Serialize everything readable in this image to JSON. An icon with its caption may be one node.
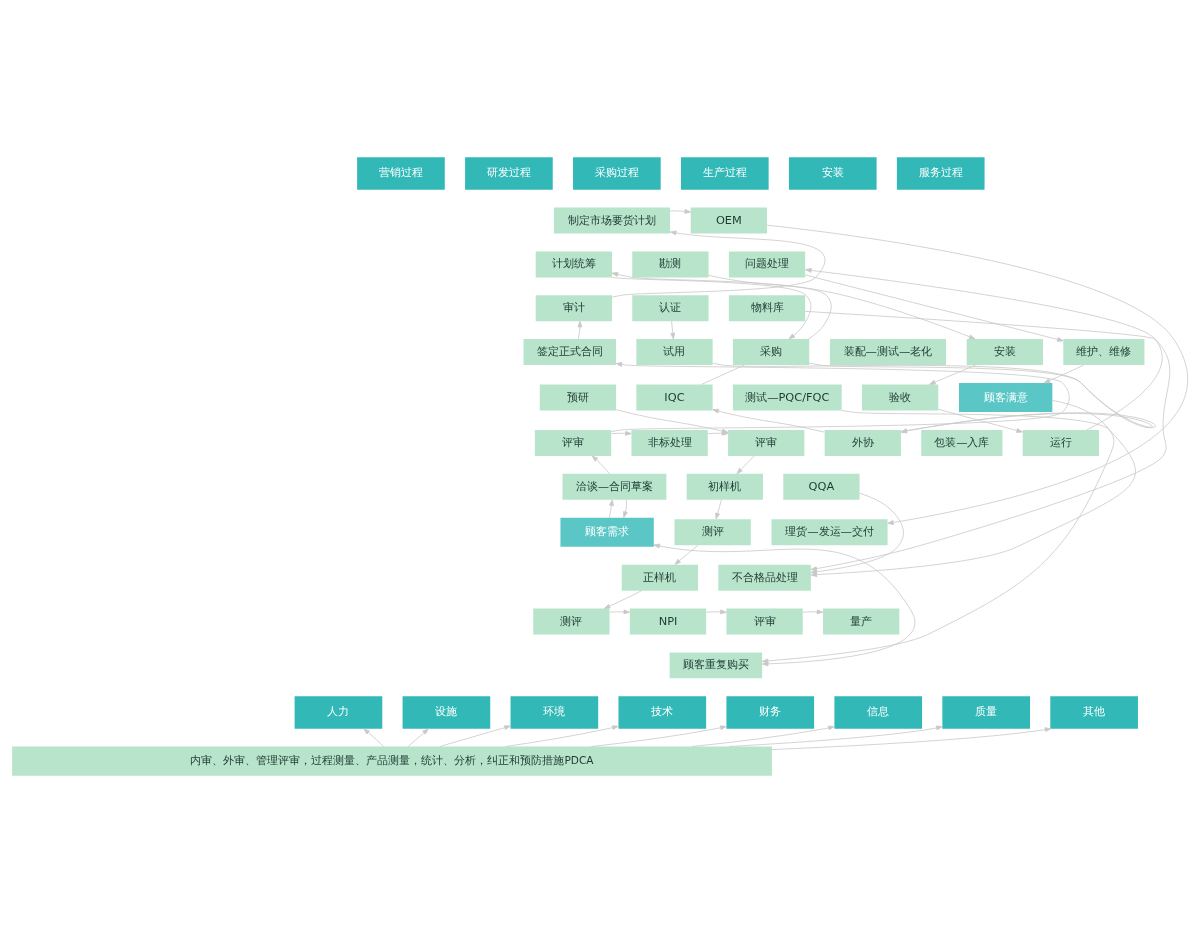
{
  "diagram": {
    "nodes": [
      {
        "text": [
          "营销过程"
        ]
      },
      {
        "text": [
          "研发过程"
        ]
      },
      {
        "text": [
          "采购过程"
        ]
      },
      {
        "text": [
          "生产过程"
        ]
      },
      {
        "text": [
          "安装"
        ]
      },
      {
        "text": [
          "服务过程"
        ]
      },
      {
        "text": [
          "制定市场要货计划"
        ]
      },
      {
        "text": [
          "OEM"
        ]
      },
      {
        "text": [
          "计划统筹"
        ]
      },
      {
        "text": [
          "审计"
        ]
      },
      {
        "text": [
          "勘测"
        ]
      },
      {
        "text": [
          "问题处理"
        ]
      },
      {
        "text": [
          "物料库"
        ]
      },
      {
        "text": [
          "认证"
        ]
      },
      {
        "text": [
          "采购"
        ]
      },
      {
        "text": [
          "安装"
        ]
      },
      {
        "text": [
          "维护、维修"
        ]
      },
      {
        "text": [
          "签定正式合同"
        ]
      },
      {
        "text": [
          "预研"
        ]
      },
      {
        "text": [
          "试用"
        ]
      },
      {
        "text": [
          "装配—测试—老化"
        ]
      },
      {
        "text": [
          "IQC"
        ]
      },
      {
        "text": [
          "测试—PQC/FQC"
        ]
      },
      {
        "text": [
          "验收"
        ]
      },
      {
        "text": [
          "顾客满意"
        ]
      },
      {
        "text": [
          "评审"
        ]
      },
      {
        "text": [
          "非标处理"
        ]
      },
      {
        "text": [
          "评审"
        ]
      },
      {
        "text": [
          "外协"
        ]
      },
      {
        "text": [
          "包装—入库"
        ]
      },
      {
        "text": [
          "运行"
        ]
      },
      {
        "text": [
          "初样机"
        ]
      },
      {
        "text": [
          "洽谈—合同草案"
        ]
      },
      {
        "text": [
          "QQA"
        ]
      },
      {
        "text": [
          "测评"
        ]
      },
      {
        "text": [
          "理货—发运—交付"
        ]
      },
      {
        "text": [
          "顾客需求"
        ]
      },
      {
        "text": [
          "正样机"
        ]
      },
      {
        "text": [
          "不合格品处理"
        ]
      },
      {
        "text": [
          "测评"
        ]
      },
      {
        "text": [
          "NPI"
        ]
      },
      {
        "text": [
          "评审"
        ]
      },
      {
        "text": [
          "量产"
        ]
      },
      {
        "text": [
          "顾客重复购买"
        ]
      },
      {
        "text": [
          "人力"
        ]
      },
      {
        "text": [
          "设施"
        ]
      },
      {
        "text": [
          "环境"
        ]
      },
      {
        "text": [
          "技术"
        ]
      },
      {
        "text": [
          "财务"
        ]
      },
      {
        "text": [
          "信息"
        ]
      },
      {
        "text": [
          "质量"
        ]
      },
      {
        "text": [
          "其他"
        ]
      },
      {
        "text": [
          "内审、外审、管理评审，过程测量、产品测量，统计、分析，纠正和预防措施PDCA"
        ]
      }
    ],
    "edges": [
      {
        "from": 6,
        "to": 7,
        "arrow": "to"
      },
      {
        "from": 9,
        "to": 6,
        "arrow": "to"
      },
      {
        "from": 17,
        "to": 9,
        "arrow": "to"
      },
      {
        "from": 25,
        "to": 17,
        "arrow": "to"
      },
      {
        "from": 32,
        "to": 25,
        "arrow": "to"
      },
      {
        "from": 36,
        "to": 32,
        "arrow": "to"
      },
      {
        "from": 32,
        "to": 36,
        "arrow": "to"
      },
      {
        "from": 25,
        "to": 26,
        "arrow": "to"
      },
      {
        "from": 26,
        "to": 27,
        "arrow": "to"
      },
      {
        "from": 18,
        "to": 27,
        "arrow": "to"
      },
      {
        "from": 27,
        "to": 31,
        "arrow": "to"
      },
      {
        "from": 31,
        "to": 34,
        "arrow": "to"
      },
      {
        "from": 34,
        "to": 37,
        "arrow": "to"
      },
      {
        "from": 37,
        "to": 39,
        "arrow": "to"
      },
      {
        "from": 39,
        "to": 40,
        "arrow": "to"
      },
      {
        "from": 40,
        "to": 41,
        "arrow": "to"
      },
      {
        "from": 41,
        "to": 42,
        "arrow": "to"
      },
      {
        "from": 36,
        "to": 43,
        "arrow": "both"
      },
      {
        "from": 24,
        "to": 43,
        "arrow": "to"
      },
      {
        "from": 13,
        "to": 19,
        "arrow": "to"
      },
      {
        "from": 19,
        "to": 28,
        "arrow": "to"
      },
      {
        "from": 14,
        "to": 8,
        "arrow": "to"
      },
      {
        "from": 8,
        "to": 14,
        "arrow": "to"
      },
      {
        "from": 14,
        "to": 28,
        "arrow": "to"
      },
      {
        "from": 14,
        "to": 21,
        "arrow": "none"
      },
      {
        "from": 28,
        "to": 21,
        "arrow": "to"
      },
      {
        "from": 7,
        "to": 35,
        "arrow": "to"
      },
      {
        "from": 12,
        "to": 38,
        "arrow": "to"
      },
      {
        "from": 22,
        "to": 38,
        "arrow": "to"
      },
      {
        "from": 33,
        "to": 38,
        "arrow": "to"
      },
      {
        "from": 10,
        "to": 15,
        "arrow": "to"
      },
      {
        "from": 15,
        "to": 23,
        "arrow": "to"
      },
      {
        "from": 23,
        "to": 30,
        "arrow": "to"
      },
      {
        "from": 30,
        "to": 11,
        "arrow": "to"
      },
      {
        "from": 11,
        "to": 16,
        "arrow": "to"
      },
      {
        "from": 16,
        "to": 24,
        "arrow": "to"
      },
      {
        "from": 52,
        "to": 44,
        "arrow": "to"
      },
      {
        "from": 52,
        "to": 45,
        "arrow": "to"
      },
      {
        "from": 52,
        "to": 46,
        "arrow": "to"
      },
      {
        "from": 52,
        "to": 47,
        "arrow": "to"
      },
      {
        "from": 52,
        "to": 48,
        "arrow": "to"
      },
      {
        "from": 52,
        "to": 49,
        "arrow": "to"
      },
      {
        "from": 52,
        "to": 50,
        "arrow": "to"
      },
      {
        "from": 52,
        "to": 51,
        "arrow": "to"
      }
    ]
  }
}
